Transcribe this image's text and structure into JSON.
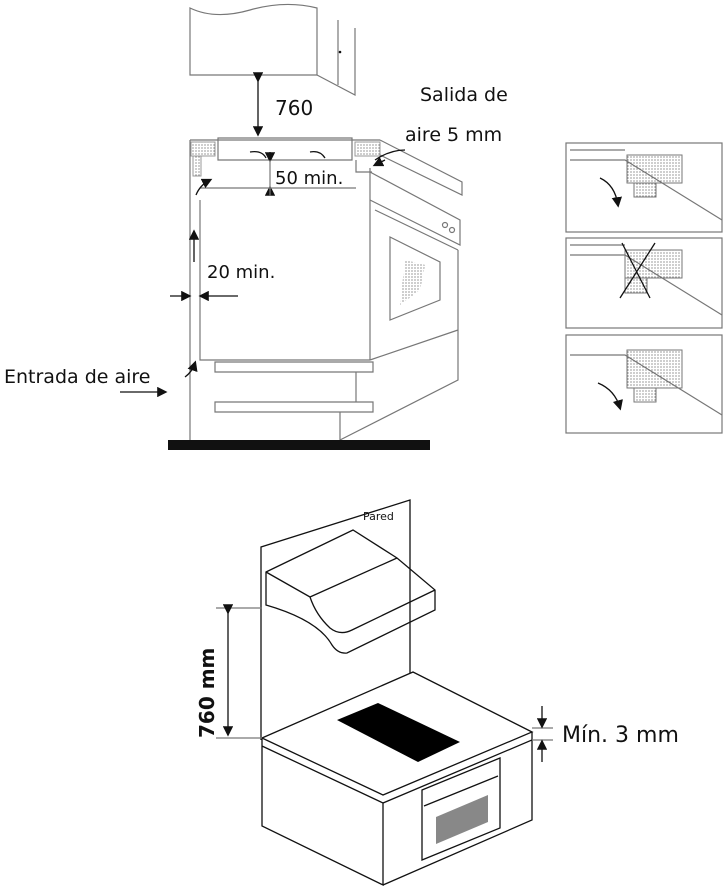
{
  "top_diagram": {
    "clearance_label": "760",
    "exhaust_label_line1": "Salida  de",
    "exhaust_label_line2": "aire 5  mm",
    "gap_top_label": "50 min.",
    "gap_side_label": "20 min.",
    "intake_label": "Entrada de aire"
  },
  "bottom_diagram": {
    "wall_label": "Pared",
    "height_label": "760 mm",
    "min_gap_label": "Mín. 3 mm"
  },
  "colors": {
    "line": "#111111",
    "hob": "#000000",
    "stipple": "#999999"
  }
}
